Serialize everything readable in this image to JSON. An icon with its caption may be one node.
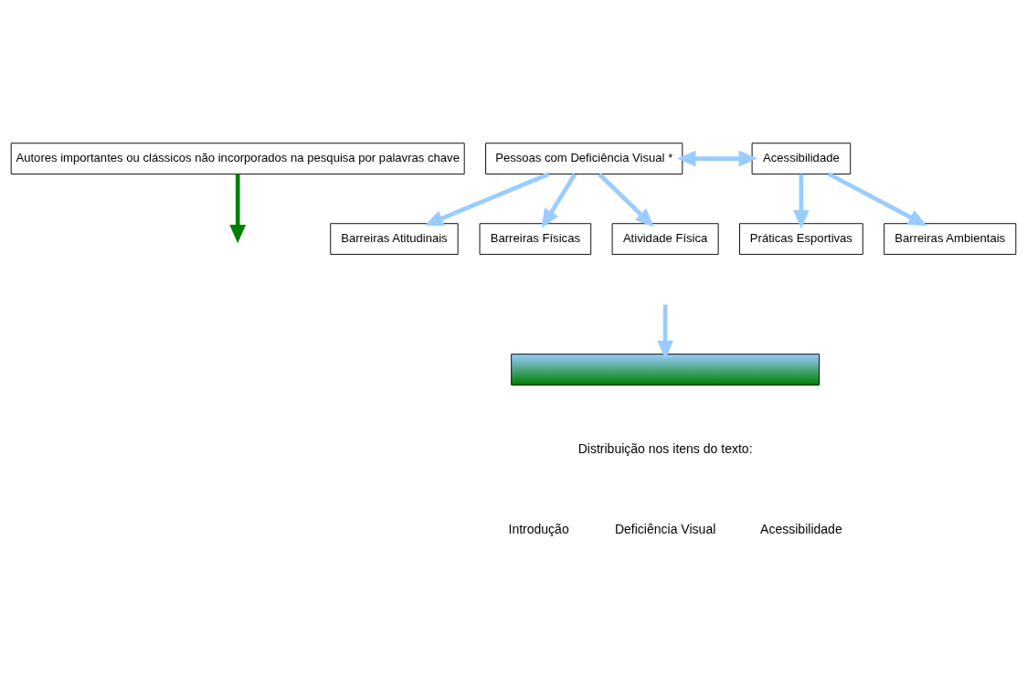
{
  "diagram": {
    "nodes": [
      {
        "text": [
          "Autores importantes ou clássicos não incorporados na pesquisa por palavras chave"
        ]
      },
      {
        "text": [
          "Pessoas com Deficiência Visual *"
        ]
      },
      {
        "text": [
          "Acessibilidade"
        ]
      },
      {
        "text": [
          "Barreiras Atitudinais"
        ]
      },
      {
        "text": [
          "Barreiras Físicas"
        ]
      },
      {
        "text": [
          "Atividade Física"
        ]
      },
      {
        "text": [
          "Práticas Esportivas"
        ]
      },
      {
        "text": [
          "Barreiras Ambientais"
        ]
      },
      {
        "text": [],
        "shape": "picture"
      }
    ],
    "edges": [
      {
        "from": 1,
        "to": 2,
        "arrow": "both"
      },
      {
        "from": 1,
        "to": 3,
        "arrow": "to"
      },
      {
        "from": 1,
        "to": 4,
        "arrow": "to"
      },
      {
        "from": 1,
        "to": 5,
        "arrow": "to"
      },
      {
        "from": 2,
        "to": 6,
        "arrow": "to"
      },
      {
        "from": 2,
        "to": 7,
        "arrow": "to"
      },
      {
        "from": 0,
        "to": null,
        "arrow": "to",
        "color": "#008000"
      },
      {
        "from": null,
        "to": 8,
        "arrow": "to"
      }
    ],
    "labels": [
      "Distribuição nos itens do texto:",
      "Introdução",
      "Deficiência Visual",
      "Acessibilidade"
    ]
  }
}
